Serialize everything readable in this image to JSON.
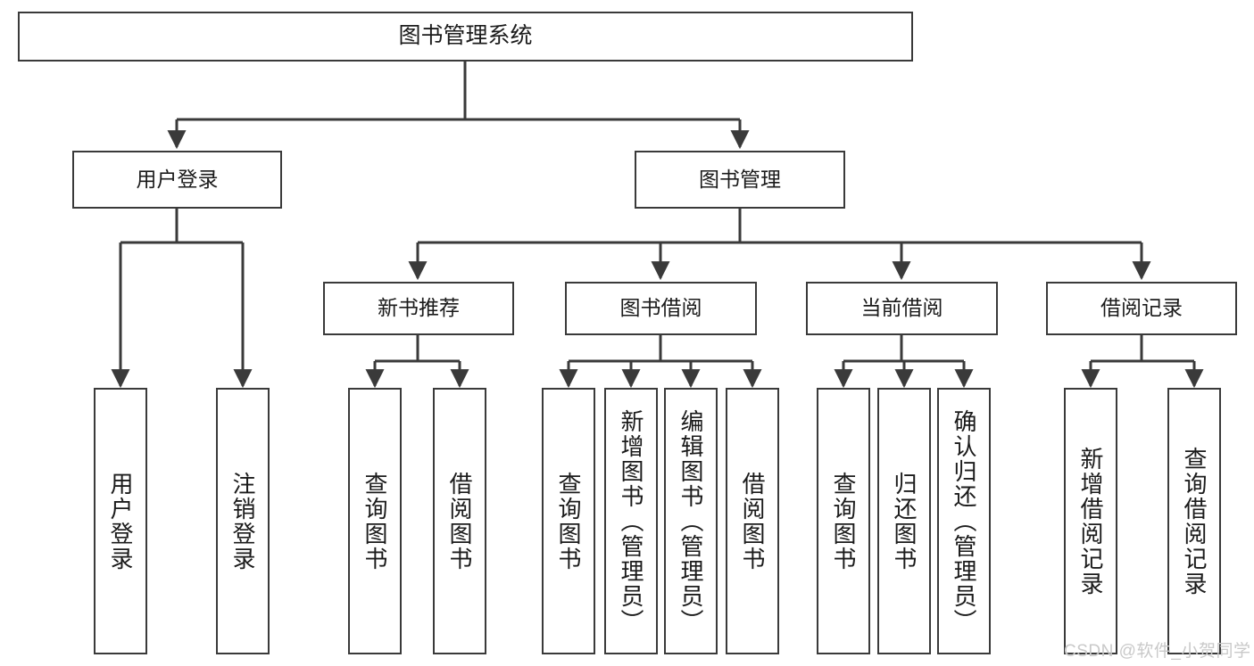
{
  "diagram": {
    "title": "图书管理系统",
    "root": {
      "id": "root",
      "label": "图书管理系统"
    },
    "level1": [
      {
        "id": "user-login",
        "label": "用户登录"
      },
      {
        "id": "book-management",
        "label": "图书管理"
      }
    ],
    "level2": [
      {
        "id": "new-book-recommend",
        "label": "新书推荐"
      },
      {
        "id": "book-borrow",
        "label": "图书借阅"
      },
      {
        "id": "current-borrow",
        "label": "当前借阅"
      },
      {
        "id": "borrow-record",
        "label": "借阅记录"
      }
    ],
    "leaves": {
      "user_login": [
        {
          "id": "leaf-user-login",
          "label": "用户登录"
        },
        {
          "id": "leaf-logout-login",
          "label": "注销登录"
        }
      ],
      "new_book_recommend": [
        {
          "id": "leaf-query-book-1",
          "label": "查询图书"
        },
        {
          "id": "leaf-borrow-book-1",
          "label": "借阅图书"
        }
      ],
      "book_borrow": [
        {
          "id": "leaf-query-book-2",
          "label": "查询图书"
        },
        {
          "id": "leaf-add-book",
          "label": "新增图书（管理员）"
        },
        {
          "id": "leaf-edit-book",
          "label": "编辑图书（管理员）"
        },
        {
          "id": "leaf-borrow-book-2",
          "label": "借阅图书"
        }
      ],
      "current_borrow": [
        {
          "id": "leaf-query-book-3",
          "label": "查询图书"
        },
        {
          "id": "leaf-return-book",
          "label": "归还图书"
        },
        {
          "id": "leaf-confirm-return",
          "label": "确认归还（管理员）"
        }
      ],
      "borrow_record": [
        {
          "id": "leaf-add-borrow-record",
          "label": "新增借阅记录"
        },
        {
          "id": "leaf-query-borrow-record",
          "label": "查询借阅记录"
        }
      ]
    },
    "colors": {
      "stroke": "#3a3a3a",
      "text": "#1b1b1b",
      "background": "#ffffff",
      "watermark": "#c9c9c9"
    }
  },
  "watermark": {
    "text": "CSDN @软件_小贺同学"
  }
}
